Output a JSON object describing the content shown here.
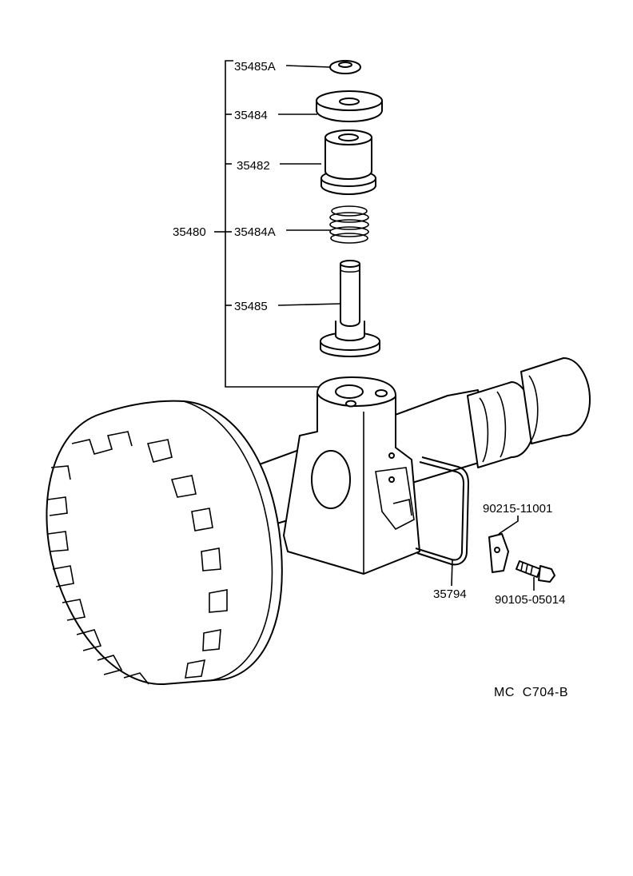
{
  "labels": {
    "p35485A": "35485A",
    "p35484": "35484",
    "p35482": "35482",
    "p35480": "35480",
    "p35484A": "35484A",
    "p35485": "35485",
    "p90215": "90215-11001",
    "p35794": "35794",
    "p90105": "90105-05014"
  },
  "diagram_code": "MC  C704-B",
  "colors": {
    "line": "#000000",
    "background": "#ffffff"
  }
}
